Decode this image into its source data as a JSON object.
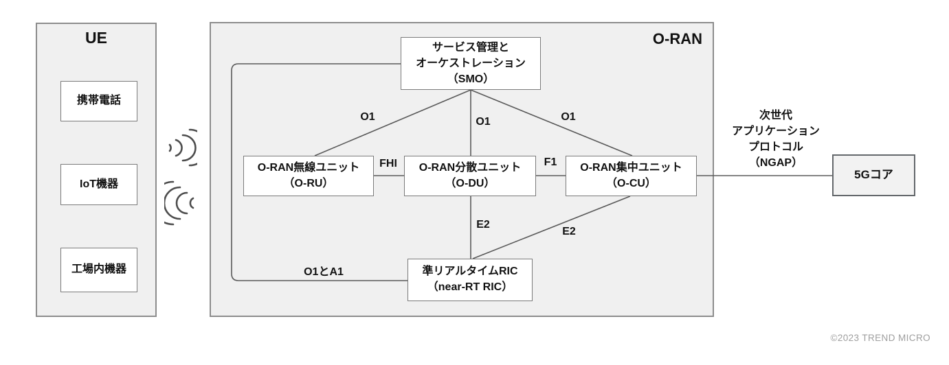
{
  "ue": {
    "title": "UE",
    "devices": [
      "携帯電話",
      "IoT機器",
      "工場内機器"
    ]
  },
  "oran": {
    "title": "O-RAN",
    "nodes": {
      "smo": {
        "lines": [
          "サービス管理と",
          "オーケストレーション",
          "（SMO）"
        ]
      },
      "oru": {
        "lines": [
          "O-RAN無線ユニット",
          "（O-RU）"
        ]
      },
      "odu": {
        "lines": [
          "O-RAN分散ユニット",
          "（O-DU）"
        ]
      },
      "ocu": {
        "lines": [
          "O-RAN集中ユニット",
          "（O-CU）"
        ]
      },
      "ric": {
        "lines": [
          "準リアルタイムRIC",
          "（near-RT RIC）"
        ]
      }
    }
  },
  "edges": {
    "smo_oru": "O1",
    "smo_odu": "O1",
    "smo_ocu": "O1",
    "oru_odu": "FHI",
    "odu_ocu": "F1",
    "odu_ric": "E2",
    "ocu_ric": "E2",
    "smo_ric": "O1とA1"
  },
  "external": {
    "ngap_lines": [
      "次世代",
      "アプリケーション",
      "プロトコル",
      "（NGAP）"
    ],
    "core_label": "5Gコア"
  },
  "icons": {
    "uplink": "signal-waves-right",
    "downlink": "signal-waves-left"
  },
  "footer": {
    "copyright": "©2023 TREND MICRO"
  },
  "colors": {
    "panel_fill": "#f0f0f0",
    "panel_border": "#8c8c8c",
    "node_border": "#7a7a7a",
    "connector": "#595959",
    "core_fill": "#f2f2f2",
    "core_border": "#63676b",
    "copyright_text": "#9e9e9e"
  }
}
